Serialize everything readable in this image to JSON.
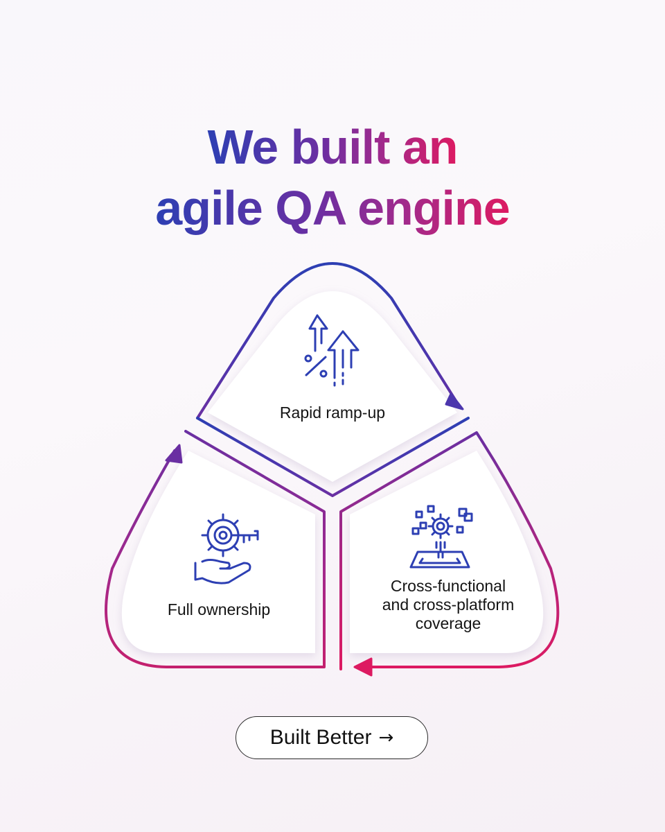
{
  "headline": {
    "line1": "We built an",
    "line2": "agile QA engine"
  },
  "diagram": {
    "colors": {
      "blue": "#2d3fb3",
      "purple": "#6a2fa2",
      "magenta": "#c4206e",
      "pink": "#dd1a61"
    },
    "segments": [
      {
        "label": "Rapid ramp-up",
        "icon": "growth-arrows-percent-icon"
      },
      {
        "label": "Full ownership",
        "icon": "hand-gear-key-icon"
      },
      {
        "label_lines": [
          "Cross-functional",
          "and cross-platform",
          "coverage"
        ],
        "icon": "platform-gear-blocks-icon"
      }
    ]
  },
  "cta": {
    "label": "Built Better",
    "arrow": "→"
  }
}
